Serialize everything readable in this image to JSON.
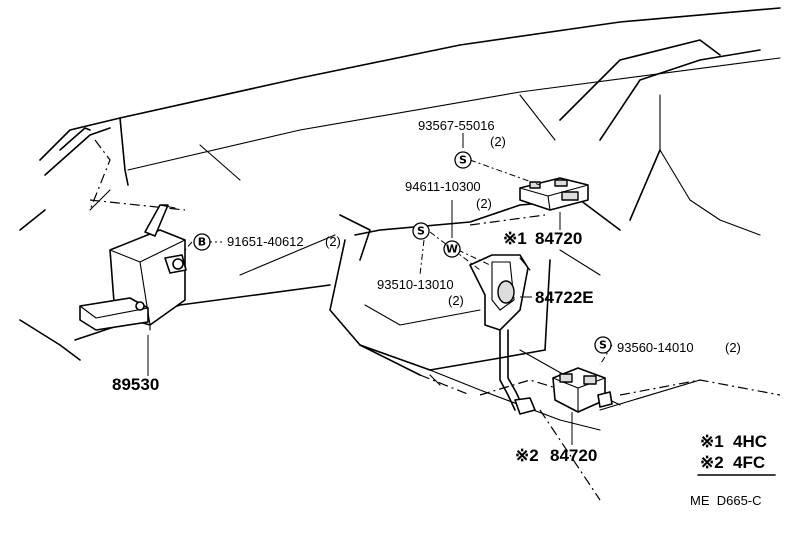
{
  "parts": {
    "p1": {
      "number": "93567-55016",
      "qty": "(2)"
    },
    "p2": {
      "number": "94611-10300",
      "qty": "(2)"
    },
    "p3": {
      "number": "84720",
      "marker": "※1"
    },
    "p4": {
      "number": "91651-40612",
      "qty": "(2)"
    },
    "p5": {
      "number": "93510-13010",
      "qty": "(2)"
    },
    "p6": {
      "number": "84722E"
    },
    "p7": {
      "number": "93560-14010",
      "qty": "(2)"
    },
    "p8": {
      "number": "89530"
    },
    "p9": {
      "number": "84720",
      "marker": "※2"
    }
  },
  "symbols": {
    "s": "S",
    "b": "B",
    "w": "W"
  },
  "legend": [
    {
      "marker": "※1",
      "code": "4HC"
    },
    {
      "marker": "※2",
      "code": "4FC"
    }
  ],
  "reference": "ME  D665-C"
}
